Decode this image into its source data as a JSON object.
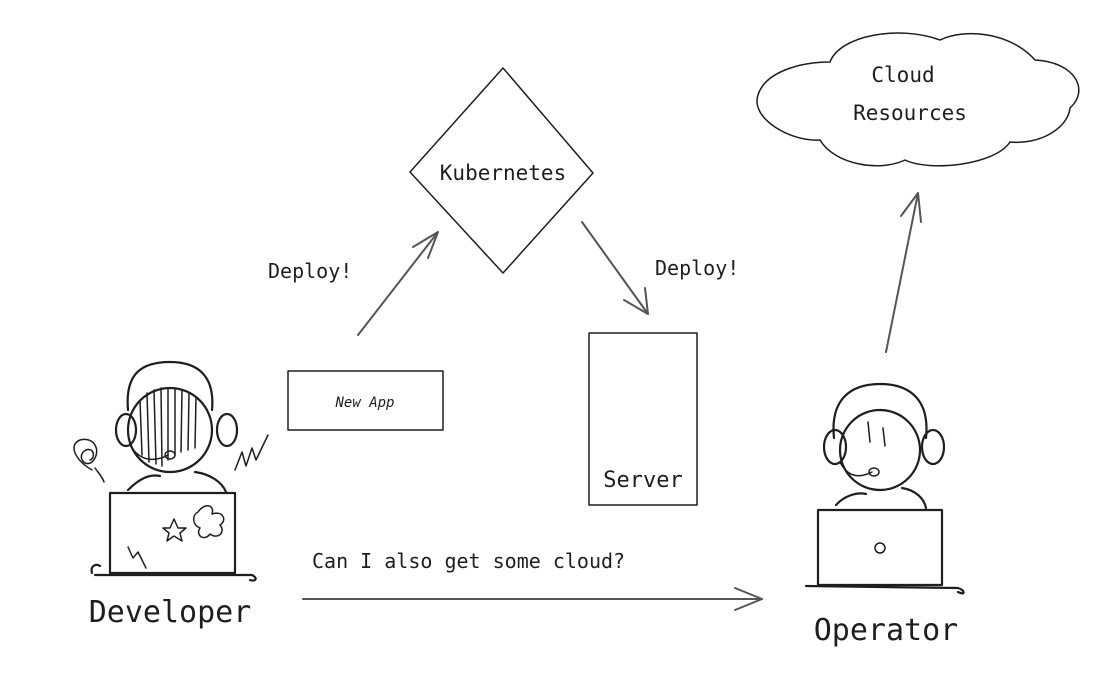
{
  "diagram": {
    "nodes": {
      "kubernetes": {
        "label": "Kubernetes",
        "shape": "diamond"
      },
      "new_app": {
        "label": "New App",
        "shape": "hatched-rectangle",
        "fill": "#e9e9e9"
      },
      "server": {
        "label": "Server",
        "shape": "rectangle"
      },
      "cloud": {
        "label_line1": "Cloud",
        "label_line2": "Resources",
        "shape": "cloud"
      },
      "developer": {
        "label": "Developer",
        "figure": "person-with-headset-and-laptop",
        "mood": "frustrated"
      },
      "operator": {
        "label": "Operator",
        "figure": "person-with-headset-and-laptop"
      }
    },
    "edges": [
      {
        "from": "new_app",
        "to": "kubernetes",
        "label": "Deploy!"
      },
      {
        "from": "kubernetes",
        "to": "server",
        "label": "Deploy!"
      },
      {
        "from": "developer",
        "to": "operator",
        "label": "Can I also get some cloud?"
      },
      {
        "from": "operator",
        "to": "cloud",
        "label": ""
      }
    ],
    "colors": {
      "stroke": "#1e1e1e",
      "arrow": "#555555",
      "background": "#ffffff",
      "hatch": "#e9e9e9"
    }
  }
}
